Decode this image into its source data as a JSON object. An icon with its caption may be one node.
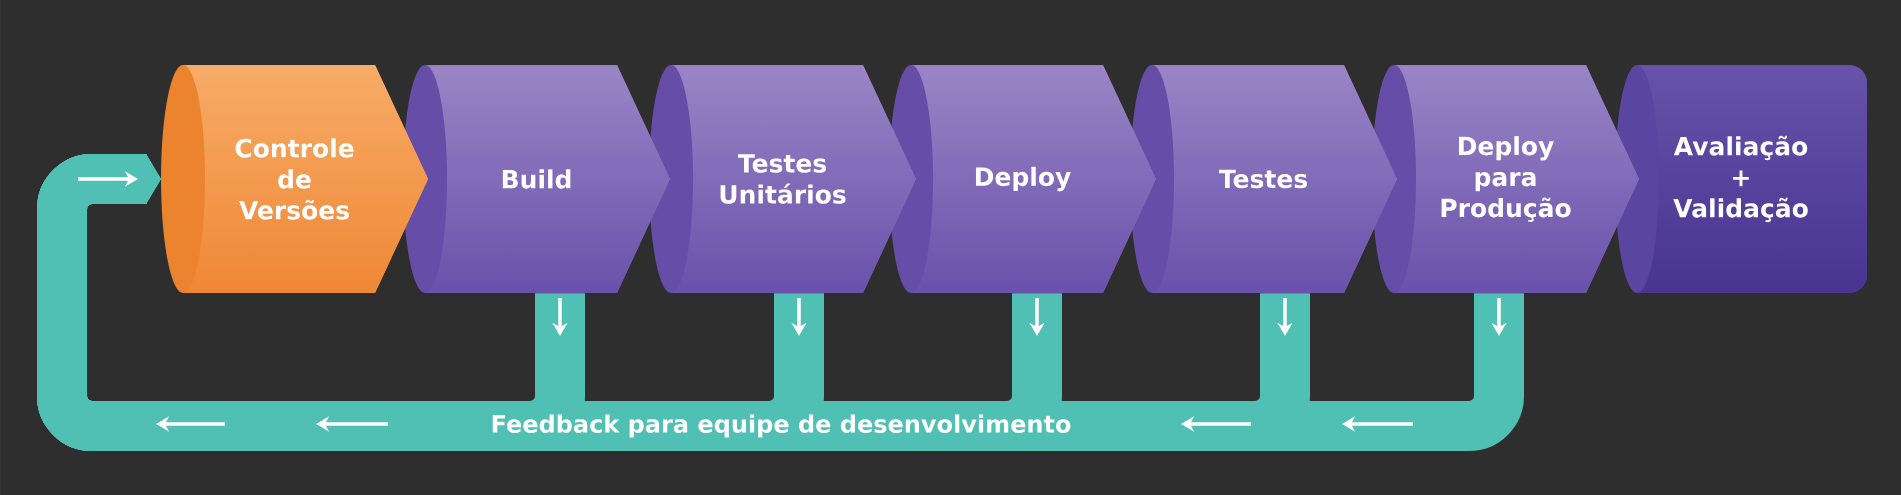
{
  "diagram": {
    "nodes": [
      {
        "text": [
          "Controle de Versões"
        ]
      },
      {
        "text": [
          "Build"
        ]
      },
      {
        "text": [
          "Testes Unitários"
        ]
      },
      {
        "text": [
          "Deploy"
        ]
      },
      {
        "text": [
          "Testes"
        ]
      },
      {
        "text": [
          "Deploy para Produção"
        ]
      },
      {
        "text": [
          "Avaliação + Validação"
        ]
      }
    ],
    "edges": [
      {
        "from": 1,
        "to": 0,
        "arrow": "to"
      },
      {
        "from": 2,
        "to": 0,
        "arrow": "to"
      },
      {
        "from": 3,
        "to": 0,
        "arrow": "to"
      },
      {
        "from": 4,
        "to": 0,
        "arrow": "to"
      },
      {
        "from": 5,
        "to": 0,
        "arrow": "to",
        "label": "Feedback para equipe de desenvolvimento"
      }
    ]
  }
}
